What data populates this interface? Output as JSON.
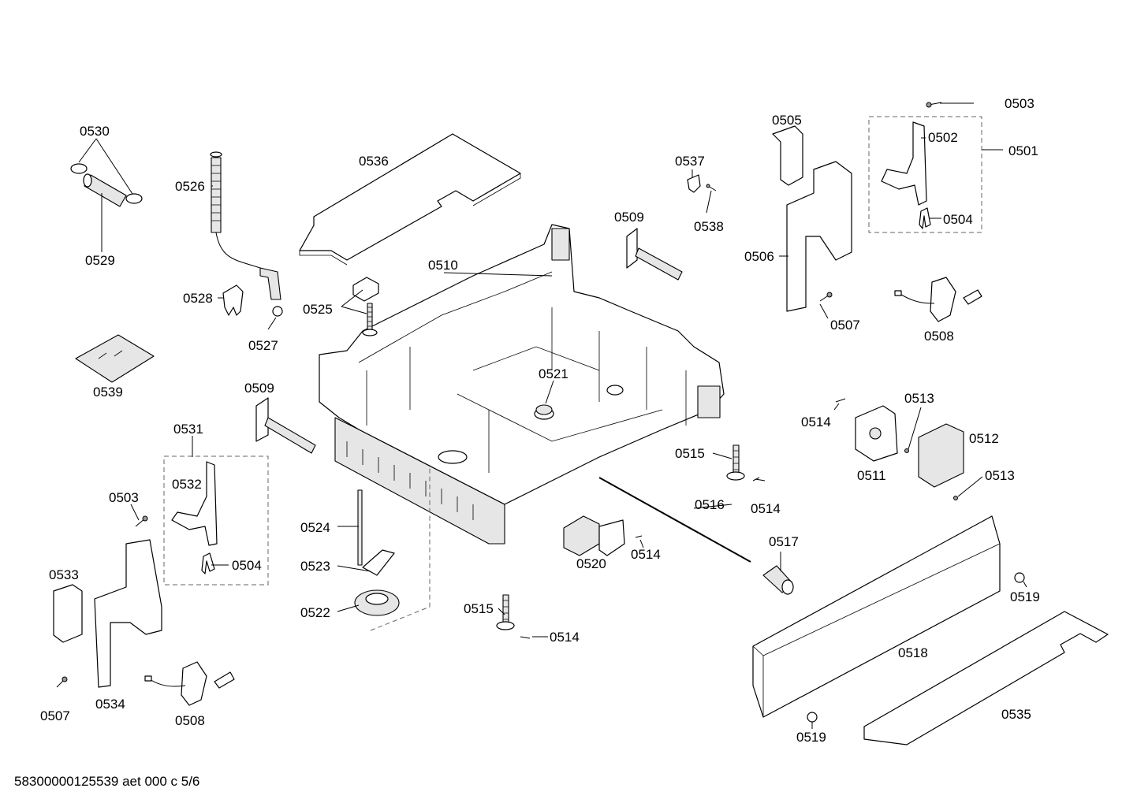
{
  "document_code": "58300000125539 aet 000 c 5/6",
  "callouts": {
    "p0501": "0501",
    "p0502": "0502",
    "p0503a": "0503",
    "p0503b": "0503",
    "p0504a": "0504",
    "p0504b": "0504",
    "p0505": "0505",
    "p0506": "0506",
    "p0507a": "0507",
    "p0507b": "0507",
    "p0508a": "0508",
    "p0508b": "0508",
    "p0509a": "0509",
    "p0509b": "0509",
    "p0510": "0510",
    "p0511": "0511",
    "p0512": "0512",
    "p0513a": "0513",
    "p0513b": "0513",
    "p0514a": "0514",
    "p0514b": "0514",
    "p0514c": "0514",
    "p0514d": "0514",
    "p0515a": "0515",
    "p0515b": "0515",
    "p0516": "0516",
    "p0517": "0517",
    "p0518": "0518",
    "p0519a": "0519",
    "p0519b": "0519",
    "p0520": "0520",
    "p0521": "0521",
    "p0522": "0522",
    "p0523": "0523",
    "p0524": "0524",
    "p0525": "0525",
    "p0526": "0526",
    "p0527": "0527",
    "p0528": "0528",
    "p0529": "0529",
    "p0530": "0530",
    "p0531": "0531",
    "p0532": "0532",
    "p0533": "0533",
    "p0534": "0534",
    "p0535": "0535",
    "p0536": "0536",
    "p0537": "0537",
    "p0538": "0538",
    "p0539": "0539"
  }
}
